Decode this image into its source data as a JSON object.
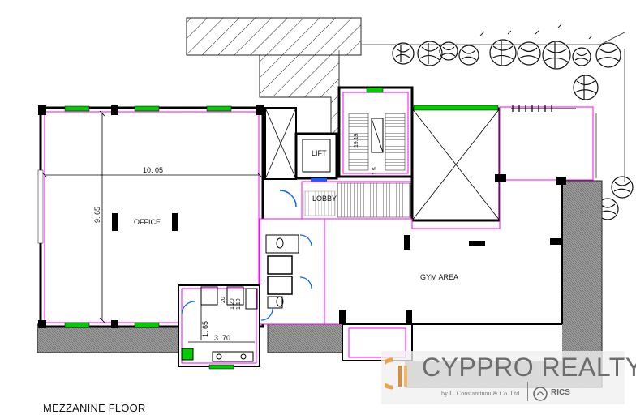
{
  "plan": {
    "floor_title": "MEZZANINE FLOOR",
    "rooms": {
      "office": "OFFICE",
      "lift": "LIFT",
      "lobby": "LOBBY",
      "gym": "GYM AREA"
    },
    "dimensions": {
      "office_width": "10. 05",
      "office_depth": "9. 65",
      "kitchen_width": "3. 70",
      "kitchen_depth": "1. 65",
      "small_1": "20",
      "small_2": "1.20",
      "small_3": "1.10",
      "stair_1": "1.5",
      "stair_2": "19.19"
    }
  },
  "watermark": {
    "brand": "CYPPRO REALTY",
    "subtitle": "by L. Constantinou & Co. Ltd",
    "rics": "RICS"
  },
  "colors": {
    "wall": "#000000",
    "interior_line": "#ff00ff",
    "window": "#00cc00",
    "door": "#0066ff",
    "hatch": "#777777"
  }
}
